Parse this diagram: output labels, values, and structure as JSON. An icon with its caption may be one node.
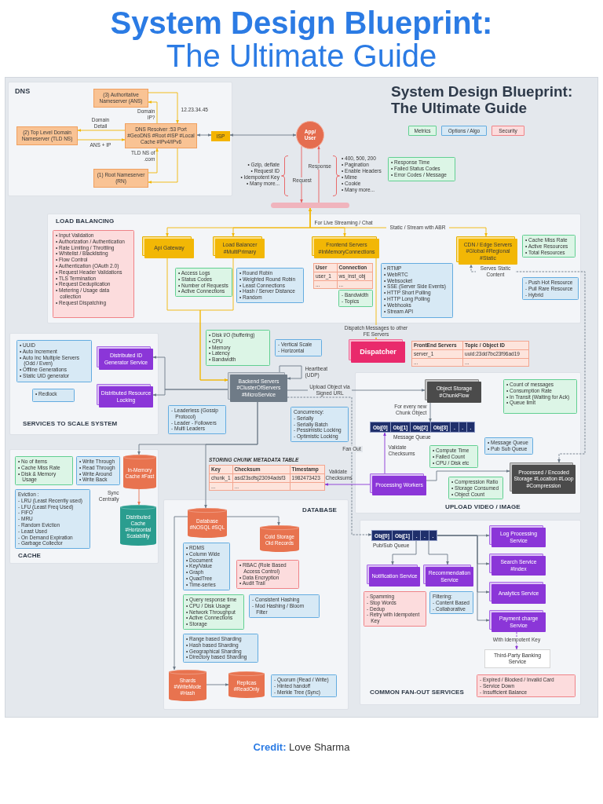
{
  "diagram": {
    "title": "**System Design Blueprint:** The Ultimate Guide",
    "caption": "**Credit:** Love Sharma",
    "nodes": [
      {
        "text": [
          "DNS"
        ]
      },
      {
        "text": [
          "(3) Authoritative Nameserver (ANS)"
        ],
        "in": 0
      },
      {
        "text": [
          "(2) Top Level Domain Nameserver (TLD NS)"
        ],
        "in": 0
      },
      {
        "text": [
          "DNS Resolver :53 Port #GeoDNS #Root #ISP #Local Cache #IPv4/IPv6"
        ],
        "in": 0
      },
      {
        "text": [
          "(1) Root Nameserver (RN)"
        ],
        "in": 0
      },
      {
        "text": [
          "ISP"
        ],
        "in": 0
      },
      {
        "text": [
          "App/ User"
        ]
      },
      {
        "text": [
          "• Response Time",
          "• Failed Status Codes",
          "• Error Codes / Message"
        ]
      },
      {
        "text": [],
        "shape": "bar"
      },
      {
        "text": [
          "LOAD BALANCING"
        ]
      },
      {
        "text": [
          "• Input Validation",
          "• Authorization / Authentication",
          "• Rate Limiting / Throttling",
          "• Whitelist / Blacklisting",
          "• Flow Control",
          "• Authentication (OAuth 2.0)",
          "• Request Header Validations",
          "• TLS Termination",
          "• Request Deduplication",
          "• Metering / Usage data collection",
          "• Request Dispatching"
        ],
        "in": 9
      },
      {
        "text": [
          "Api Gateway"
        ],
        "in": 9
      },
      {
        "text": [
          "Load Balancer #MultiPrimary"
        ],
        "in": 9
      },
      {
        "text": [
          "• Access Logs",
          "• Status Codes",
          "• Number of Requests",
          "• Active Connections"
        ],
        "in": 9
      },
      {
        "text": [
          "• Round Robin",
          "• Weighted Round Robin",
          "• Least Connections",
          "• Hash / Server Distance",
          "• Random"
        ],
        "in": 9
      },
      {
        "text": [
          "Frontend Servers #InMemoryConnections"
        ],
        "in": 9
      },
      {
        "text": [
          "CDN / Edge Servers #Global #Regional #Static"
        ],
        "in": 9
      },
      {
        "text": [
          "• Cache Miss Rate",
          "• Active Resources",
          "• Total Resources"
        ],
        "in": 9
      },
      {
        "text": [
          "User",
          "Connection",
          "user_1",
          "ws_inst_obj",
          "...",
          "..."
        ],
        "in": 9
      },
      {
        "text": [
          "- Bandwidth",
          "- Topics"
        ],
        "in": 9
      },
      {
        "text": [
          "• RTMP",
          "• WebRTC",
          "• Websocket",
          "• SSE (Server Side Events)",
          "• HTTP Short Polling",
          "• HTTP Long Polling",
          "• Webhooks",
          "• Stream API"
        ],
        "in": 9
      },
      {
        "text": [
          "- Push Hot Resource",
          "- Pull Rare Resource",
          "- Hybrid"
        ],
        "in": 9
      },
      {
        "text": [
          "Dispatcher"
        ]
      },
      {
        "text": [
          "FrontEnd Servers",
          "Topic / Object ID",
          "server_1",
          "uuid:23dd7bc23f96ad19",
          "...",
          "..."
        ]
      },
      {
        "text": [
          "SERVICES TO SCALE SYSTEM"
        ]
      },
      {
        "text": [
          "• UUID",
          "• Auto Increment",
          "• Auto Inc Multiple Servers (Odd / Even)",
          "• Offline Generations",
          "• Static UID generator"
        ],
        "in": 24
      },
      {
        "text": [
          "Distributed ID Generator Service"
        ],
        "in": 24
      },
      {
        "text": [
          "• Redlock"
        ],
        "in": 24
      },
      {
        "text": [
          "Distributed Resource Locking"
        ],
        "in": 24
      },
      {
        "text": [
          "• Disk I/O (buffering)",
          "• CPU",
          "• Memory",
          "• Latency",
          "• Bandwidth"
        ]
      },
      {
        "text": [
          "- Vertical Scale",
          "- Horizontal"
        ]
      },
      {
        "text": [
          "Backend Servers #ClusterOfServers #MicroService"
        ]
      },
      {
        "text": [
          "- Leaderless (Gossip Protocol)",
          "- Leader - Followers",
          "- Multi Leaders"
        ]
      },
      {
        "text": [
          "Concurrency:",
          "- Serially",
          "- Serially Batch",
          "- Pessimistic Locking",
          "- Optimistic Locking"
        ]
      },
      {
        "text": [
          "UPLOAD VIDEO / IMAGE"
        ]
      },
      {
        "text": [
          "Object Storage #ChunkFlow"
        ],
        "in": 34
      },
      {
        "text": [
          "• Count of messages",
          "• Consumption Rate",
          "• In Transit (Waiting for Ack)",
          "• Queue limit"
        ],
        "in": 34
      },
      {
        "text": [
          "Obj[0]",
          "Obj[1]",
          "Obj[2]",
          "Obj[3]",
          ".",
          ".",
          "."
        ],
        "in": 34,
        "beside": [
          "Message Queue"
        ]
      },
      {
        "text": [
          "• Message Queue",
          "• Pub Sub Queue"
        ],
        "in": 34
      },
      {
        "text": [
          "• Compute Time",
          "• Failed Count",
          "• CPU / Disk etc"
        ],
        "in": 34
      },
      {
        "text": [
          "Processing Workers"
        ],
        "in": 34
      },
      {
        "text": [
          "• Compression Ratio",
          "• Storage Consumed",
          "• Object Count"
        ],
        "in": 34
      },
      {
        "text": [
          "Processed / Encoded Storage #Location #Loop #Compression"
        ],
        "in": 34
      },
      {
        "text": [
          "CACHE"
        ]
      },
      {
        "text": [
          "• No of items",
          "• Cache Miss Rate",
          "• Disk & Memory Usage"
        ],
        "in": 43
      },
      {
        "text": [
          "• Write Through",
          "• Read Through",
          "• Write Around",
          "• Write Back"
        ],
        "in": 43
      },
      {
        "text": [
          "In-Memory Cache #Fast"
        ],
        "in": 43
      },
      {
        "text": [
          "Eviction :",
          "- LRU (Least Recently used)",
          "- LFU (Least Freq Used)",
          "- FIFO",
          "- MRU",
          "- Random Eviction",
          "- Least Used",
          "- On Demand Expiration",
          "- Garbage Collector"
        ],
        "in": 43
      },
      {
        "text": [
          "Distributed Cache #Horizontal Scalability"
        ],
        "in": 43
      },
      {
        "text": [
          "Key",
          "Checksum",
          "Timestamp",
          "chunk_1",
          "asd23sdfsj23094adsf3",
          "1982473423",
          "...",
          "..."
        ],
        "beside": [
          "STORING CHUNK METADATA TABLE"
        ]
      },
      {
        "text": [
          "DATABASE"
        ]
      },
      {
        "text": [
          "Database #NOSQL #SQL"
        ],
        "in": 50
      },
      {
        "text": [
          "Cold Storage Old Records"
        ],
        "in": 50
      },
      {
        "text": [
          "• RDMS",
          "• Column Wide",
          "• Document",
          "• Key/Value",
          "• Graph",
          "• QuadTree",
          "• Time-series"
        ],
        "in": 50
      },
      {
        "text": [
          "• RBAC (Role Based Access Control)",
          "• Data Encryption",
          "• Audit Trail"
        ],
        "in": 50
      },
      {
        "text": [
          "• Query response time",
          "• CPU / Disk Usage",
          "• Network Throughput",
          "• Active Connections",
          "• Storage"
        ],
        "in": 50
      },
      {
        "text": [
          "- Consistent Hashing",
          "- Mod Hashing / Bloom Filter"
        ],
        "in": 50
      },
      {
        "text": [
          "• Range based Sharding",
          "• Hash based Sharding",
          "• Geographical Sharding",
          "• Directory based Sharding"
        ],
        "in": 50
      },
      {
        "text": [
          "Shards #WriteMode #Hash"
        ],
        "in": 50
      },
      {
        "text": [
          "Replicas #ReadOnly"
        ],
        "in": 50
      },
      {
        "text": [
          "- Quorum (Read / Write)",
          "- Hinted handoff",
          "- Merkle Tree (Sync)"
        ],
        "in": 50
      },
      {
        "text": [
          "COMMON FAN-OUT SERVICES"
        ]
      },
      {
        "text": [
          "Obj[0]",
          "Obj[1]",
          ".",
          ".",
          "."
        ],
        "in": 61,
        "beside": [
          "Pub/Sub Queue"
        ]
      },
      {
        "text": [
          "Log Processing Service"
        ],
        "in": 61
      },
      {
        "text": [
          "Search Service #Index"
        ],
        "in": 61
      },
      {
        "text": [
          "Analytics Service"
        ],
        "in": 61
      },
      {
        "text": [
          "Payment charge Service"
        ],
        "in": 61
      },
      {
        "text": [
          "Third-Party Banking Service"
        ],
        "in": 61
      },
      {
        "text": [
          "- Expired / Blocked / Invalid Card",
          "- Service Down",
          "- Insufficient Balance"
        ],
        "in": 61
      },
      {
        "text": [
          "Notification Service"
        ],
        "in": 61
      },
      {
        "text": [
          "Recommendation Service"
        ],
        "in": 61
      },
      {
        "text": [
          "- Spamming",
          "- Stop Words",
          "- Dedup",
          "- Retry with Idempotent Key"
        ],
        "in": 61
      },
      {
        "text": [
          "Filtering:",
          "- Content Based",
          "- Collaborative"
        ],
        "in": 61
      }
    ],
    "edges": [
      {
        "from": 3,
        "to": 1,
        "arrow": "to",
        "label": "Domain IP?",
        "color": "#f2b705"
      },
      {
        "from": 1,
        "to": 3,
        "arrow": "to",
        "label": "12.23.34.45",
        "color": "#f2b705"
      },
      {
        "from": 3,
        "to": 2,
        "arrow": "to",
        "label": "Domain Detail",
        "color": "#f2b705"
      },
      {
        "from": 2,
        "to": 3,
        "arrow": "to",
        "label": "ANS + IP",
        "color": "#f2b705"
      },
      {
        "from": 3,
        "to": 4,
        "arrow": "to",
        "color": "#f2b705"
      },
      {
        "from": 4,
        "to": 3,
        "arrow": "to",
        "label": "TLD NS of .com",
        "color": "#f2b705"
      },
      {
        "from": 3,
        "to": 5,
        "arrow": "both"
      },
      {
        "from": 5,
        "to": 6,
        "arrow": "both"
      },
      {
        "from": 6,
        "to": 8,
        "arrow": "to",
        "label": "Request",
        "color": "#e85c5c"
      },
      {
        "from": 8,
        "to": 6,
        "arrow": "to",
        "label": "Response",
        "color": "#e85c5c"
      },
      {
        "from": 8,
        "to": 11,
        "arrow": "both",
        "color": "#f2b705"
      },
      {
        "from": 8,
        "to": 12,
        "arrow": "both",
        "color": "#f2b705"
      },
      {
        "from": 8,
        "to": 15,
        "arrow": "both",
        "label": "For Live Streaming / Chat",
        "color": "#f2b705"
      },
      {
        "from": 8,
        "to": 16,
        "arrow": "both",
        "label": "Static / Stream with ABR",
        "color": "#f2b705"
      },
      {
        "from": 11,
        "to": 31,
        "arrow": "to",
        "color": "#f2b705"
      },
      {
        "from": 12,
        "to": 31,
        "arrow": "to",
        "color": "#f2b705"
      },
      {
        "from": 15,
        "to": 22,
        "arrow": "to",
        "label": "Dispatch Messages to other FE Servers",
        "color": "#f2b705"
      },
      {
        "from": 42,
        "to": 16,
        "arrow": "both",
        "label": "Serves Static Content",
        "style": "dashed"
      },
      {
        "from": 31,
        "to": 26,
        "arrow": "to"
      },
      {
        "from": 31,
        "to": 28,
        "arrow": "to"
      },
      {
        "from": 31,
        "to": 31,
        "arrow": "to",
        "label": "Heartbeat (UDP)"
      },
      {
        "from": 31,
        "to": 35,
        "arrow": "to",
        "label": "Upload Object via Signed URL"
      },
      {
        "from": 31,
        "to": 62,
        "arrow": "to",
        "label": "Fan Out",
        "style": "dashed"
      },
      {
        "from": 31,
        "to": 46,
        "arrow": "to"
      },
      {
        "from": 31,
        "to": 51,
        "arrow": "to"
      },
      {
        "from": 35,
        "to": 37,
        "arrow": "to",
        "label": "For every new Chunk Object"
      },
      {
        "from": 40,
        "to": 37,
        "arrow": "to",
        "label": "Validate Checksums",
        "color": "#8a35d6"
      },
      {
        "from": 40,
        "to": 49,
        "arrow": "to",
        "label": "Validate Checksums",
        "color": "#8a35d6"
      },
      {
        "from": 40,
        "to": 42,
        "arrow": "to"
      },
      {
        "from": 46,
        "to": 48,
        "arrow": "to",
        "label": "Sync Centrally",
        "color": "#e8734f"
      },
      {
        "from": 51,
        "to": 52,
        "arrow": "to"
      },
      {
        "from": 51,
        "to": 58,
        "arrow": "to"
      },
      {
        "from": 58,
        "to": 59,
        "arrow": "to"
      },
      {
        "from": 62,
        "to": 63,
        "arrow": "to"
      },
      {
        "from": 62,
        "to": 64,
        "arrow": "to"
      },
      {
        "from": 62,
        "to": 65,
        "arrow": "to"
      },
      {
        "from": 62,
        "to": 66,
        "arrow": "to"
      },
      {
        "from": 66,
        "to": 67,
        "arrow": "to",
        "label": "With Idempotent Key",
        "style": "dashed",
        "color": "#8a35d6"
      },
      {
        "from": 62,
        "to": 69,
        "arrow": "to"
      },
      {
        "from": 62,
        "to": 70,
        "arrow": "to"
      }
    ],
    "labels": [
      "System Design Blueprint: The Ultimate Guide",
      "• Gzip, deflate",
      "• Request ID",
      "• Idempotent Key",
      "• Many more...",
      "• 400, 500, 200",
      "• Pagination",
      "• Enable Headers",
      "• Mime",
      "• Cookie",
      "• Many more..."
    ],
    "legend": [
      {
        "text": "Metrics",
        "color": "#dcf5e6"
      },
      {
        "text": "Options / Algo",
        "color": "#d7e9f5"
      },
      {
        "text": "Security",
        "color": "#fcdcdd"
      }
    ]
  }
}
